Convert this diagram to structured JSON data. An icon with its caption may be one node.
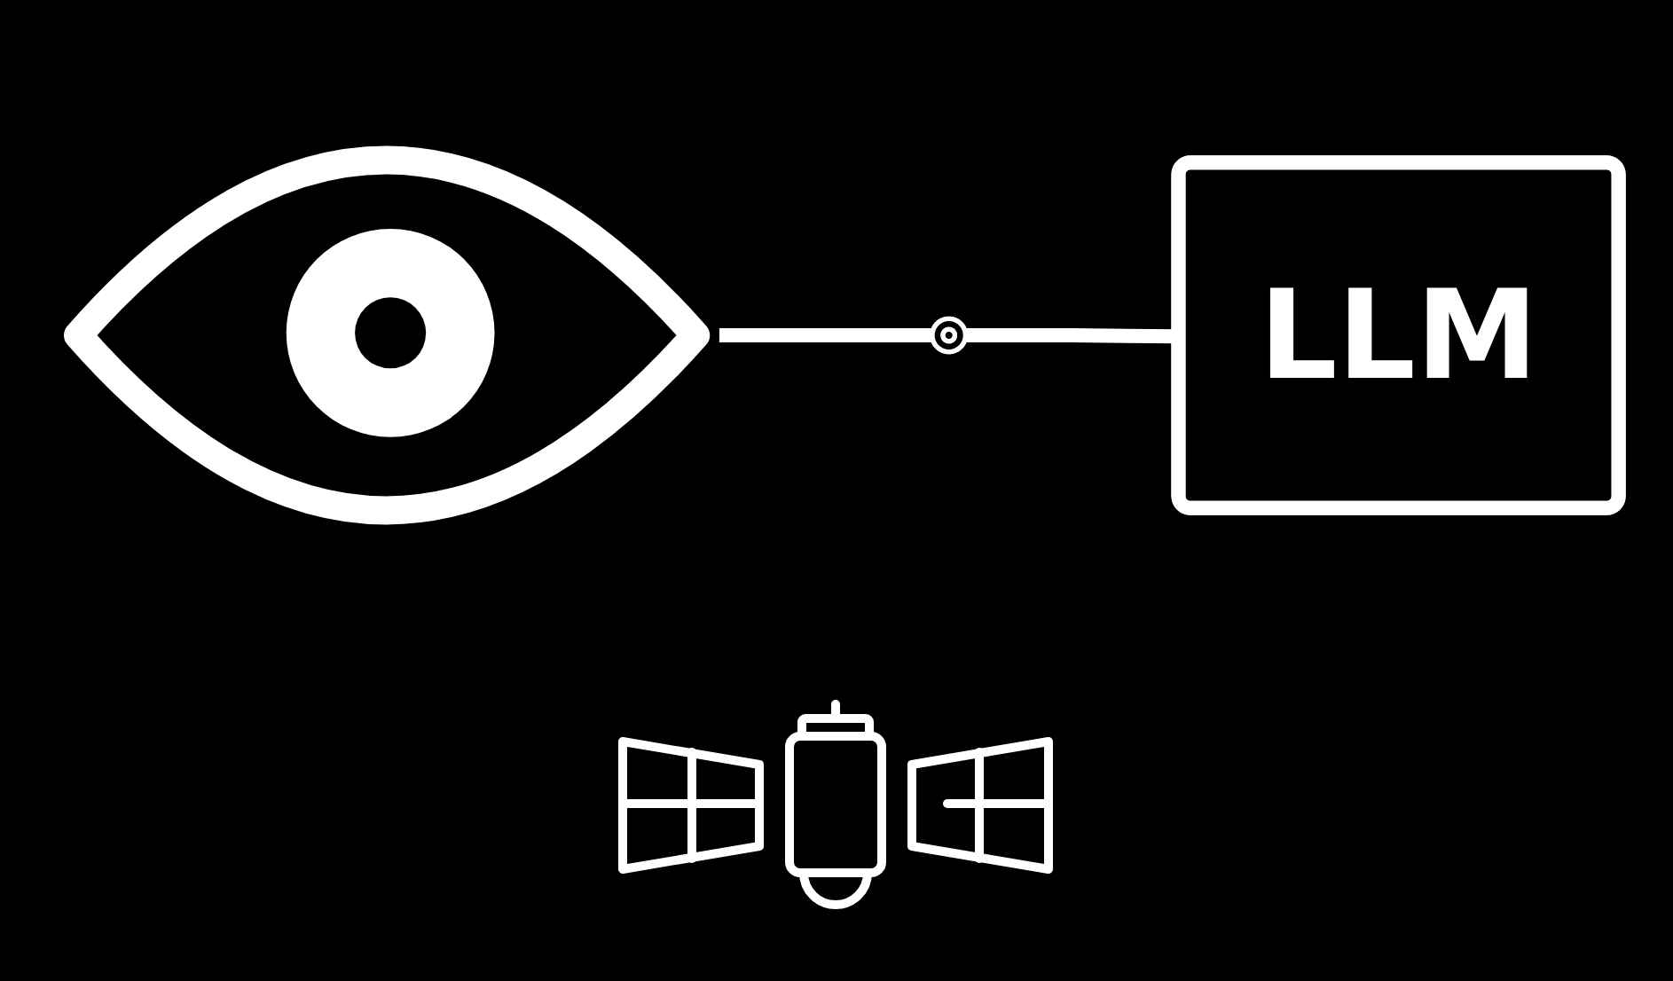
{
  "diagram": {
    "nodes": [
      {
        "text": [],
        "shape": "picture"
      },
      {
        "text": [],
        "shape": "circle"
      },
      {
        "text": [
          "LLM"
        ]
      }
    ],
    "edges": [
      {
        "from": 0,
        "to": 1,
        "arrow": "none"
      },
      {
        "from": 1,
        "to": 2,
        "arrow": "none"
      }
    ]
  }
}
